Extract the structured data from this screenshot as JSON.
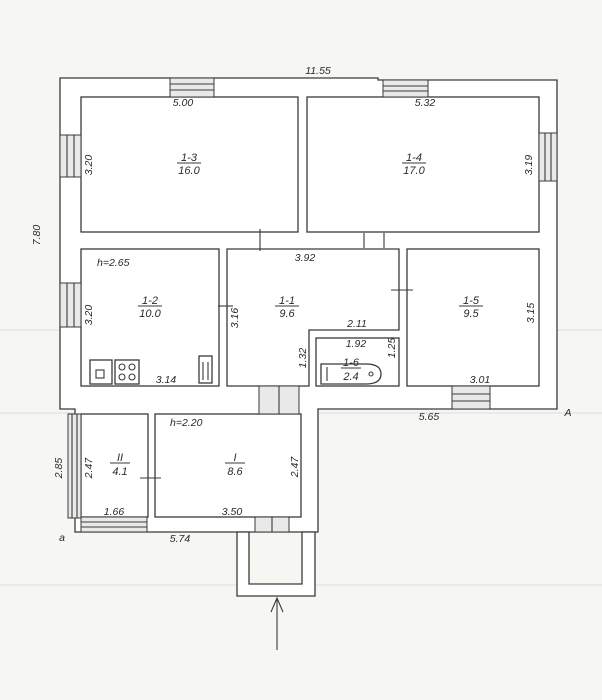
{
  "plan": {
    "overall_width": "11.55",
    "overall_depth": "7.80",
    "rooms": [
      {
        "id": "1-3",
        "area": "16.0"
      },
      {
        "id": "1-4",
        "area": "17.0"
      },
      {
        "id": "1-2",
        "area": "10.0"
      },
      {
        "id": "1-1",
        "area": "9.6"
      },
      {
        "id": "1-5",
        "area": "9.5"
      },
      {
        "id": "1-6",
        "area": "2.4"
      },
      {
        "id": "II",
        "area": "4.1"
      },
      {
        "id": "I",
        "area": "8.6"
      }
    ],
    "dims": {
      "r13_width": "5.00",
      "r13_depth": "3.20",
      "r14_width": "5.32",
      "r14_depth": "3.19",
      "corridor_width": "3.92",
      "r12_depth": "3.20",
      "r12_width": "3.14",
      "r11_depth": "3.16",
      "r11_step": "2.11",
      "bath_width": "1.92",
      "bath_left": "1.32",
      "bath_right": "1.25",
      "r15_depth": "3.15",
      "r15_width": "3.01",
      "main_back": "5.65",
      "vest_depth_outer": "2.85",
      "vest_depth_inner": "2.47",
      "vest_width": "1.66",
      "porch_width": "3.50",
      "porch_depth": "2.47",
      "annex_width": "5.74"
    },
    "heights": {
      "main": "h=2.65",
      "annex": "h=2.20"
    },
    "markers": {
      "a": "a",
      "A": "A"
    }
  }
}
